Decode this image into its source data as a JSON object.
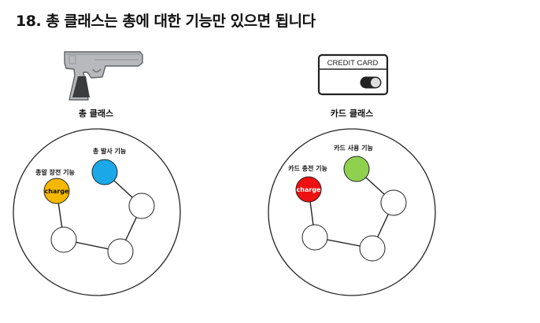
{
  "title": "18. 총 클래스는 총에 대한 기능만 있으면 됩니다",
  "gun_panel": {
    "caption": "총 클래스",
    "image": "handgun",
    "fire_label": "총 발사 기능",
    "charge_label": "총알 장전 기능",
    "charge_tag": "charge",
    "fire_color": "#1aa8e8",
    "charge_color": "#f5b800"
  },
  "card_panel": {
    "caption": "카드 클래스",
    "image_text": "CREDIT CARD",
    "use_label": "카드 사용 기능",
    "charge_label": "카드 충전 기능",
    "charge_tag": "charge",
    "use_color": "#8fd14f",
    "charge_color": "#ee1111"
  }
}
